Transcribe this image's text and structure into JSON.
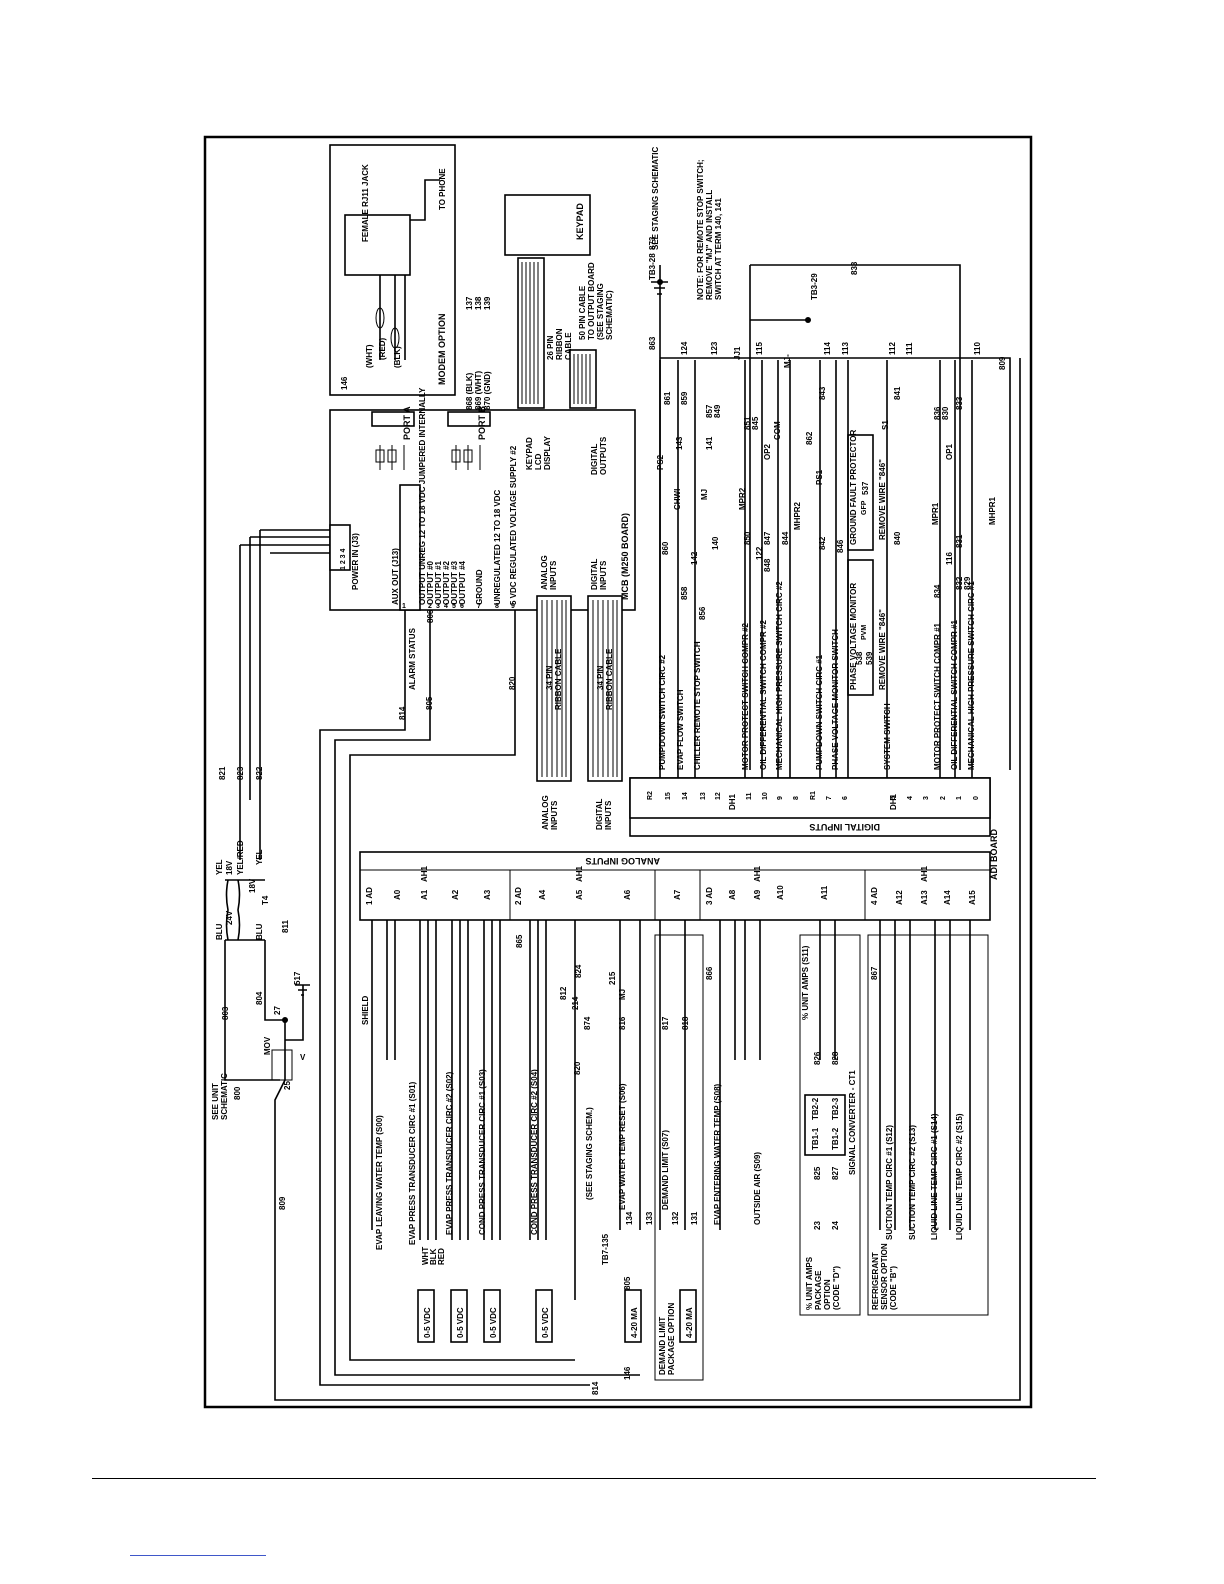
{
  "modem": {
    "title": "MODEM OPTION",
    "jack": "FEMALE RJ11 JACK",
    "to_phone": "TO PHONE",
    "wire_red": "(RED)",
    "wire_wht": "(WHT)",
    "wire_blk": "(BLK)",
    "wire_146": "146",
    "wires_out": [
      "868 (BLK)",
      "869 (WHT)",
      "870 (GND)"
    ],
    "wires_out_nums": [
      "137",
      "138",
      "139"
    ]
  },
  "keypad": {
    "label": "KEYPAD",
    "cable26": [
      "26 PIN",
      "RIBBON",
      "CABLE"
    ],
    "board_label": [
      "KEYPAD",
      "LCD",
      "DISPLAY"
    ]
  },
  "staging": {
    "cable50": [
      "50 PIN CABLE",
      "TO OUTPUT BOARD",
      "(SEE STAGING",
      "SCHEMATIC)"
    ],
    "see_staging": "SEE STAGING SCHEMATIC",
    "note": [
      "NOTE: FOR REMOTE STOP SWITCH;",
      "REMOVE \"MJ\" AND INSTALL",
      "SWITCH AT TERM 140, 141"
    ],
    "tb3_28": "TB3-28",
    "tb3_29": "TB3-29",
    "w873": "873",
    "w863": "863",
    "w833": "833",
    "w809": "809"
  },
  "mcb": {
    "title": "MCB (M250 BOARD)",
    "power_in": "POWER IN (J3)",
    "port_a": "PORT A",
    "port_b": "PORT B",
    "aux_out": "AUX OUT (J13)",
    "digital_outputs": [
      "DIGITAL",
      "OUTPUTS"
    ],
    "analog_inputs": [
      "ANALOG",
      "INPUTS"
    ],
    "digital_inputs": [
      "DIGITAL",
      "INPUTS"
    ],
    "pin_rows": [
      {
        "pin": "1",
        "label": "OUTPUT UNREG 12 TO 18 VDC JUMPERED INTERNALLY"
      },
      {
        "pin": "2",
        "label": "OUTPUT #0"
      },
      {
        "pin": "3",
        "label": "OUTPUT #1"
      },
      {
        "pin": "4",
        "label": "OUTPUT #2"
      },
      {
        "pin": "5",
        "label": "OUTPUT #3"
      },
      {
        "pin": "6",
        "label": "OUTPUT #4"
      },
      {
        "pin": "7",
        "label": "GROUND"
      },
      {
        "pin": "8",
        "label": "UNREGULATED 12 TO 18 VDC"
      },
      {
        "pin": "9",
        "label": "5 VDC REGULATED VOLTAGE SUPPLY #2"
      }
    ],
    "power_pins": "1 2 3 4",
    "alarm_status": "ALARM STATUS",
    "w806": "806",
    "w820": "820",
    "w814": "814",
    "w805": "805"
  },
  "ribbons": {
    "analog": [
      "34 PIN",
      "RIBBON CABLE"
    ],
    "digital": [
      "34 PIN",
      "RIBBON CABLE"
    ]
  },
  "transformer": {
    "see_unit": [
      "SEE UNIT",
      "SCHEMATIC"
    ],
    "w800": "800",
    "w803": "803",
    "w804": "804",
    "w811": "811",
    "w817": "517",
    "w821": "821",
    "w822": "822",
    "w823": "823",
    "w809": "809",
    "v24": "24V",
    "v18a": "18V",
    "v18b": "18V",
    "t4": "T4",
    "blu1": "BLU",
    "blu2": "BLU",
    "yel1": "YEL",
    "yelred": "YEL/RED",
    "yel2": "YEL",
    "mov": "MOV",
    "v": "V",
    "t25": "25",
    "t27": "27"
  },
  "digital_inputs": {
    "header": "DIGITAL INPUTS",
    "dh1": "DH1",
    "dh2": "DH1",
    "terminals": [
      "R2",
      "15",
      "14",
      "13",
      "12",
      "11",
      "10",
      "9",
      "8",
      "R1",
      "7",
      "6",
      "5",
      "4",
      "3",
      "2",
      "1",
      "0"
    ],
    "rows": [
      "PUMPDOWN SWITCH CIRC #2",
      "EVAP FLOW SWITCH",
      "CHILLER REMOTE STOP SWITCH",
      "MOTOR PROTECT SWITCH COMPR #2",
      "OIL DIFFERENTIAL SWITCH COMPR #2",
      "MECHANICAL HIGH PRESSURE SWITCH CIRC #2",
      "PUMPDOWN SWITCH CIRC #1",
      "PHASE VOLTAGE MONITOR SWITCH",
      "SYSTEM SWITCH",
      "MOTOR PROTECT SWITCH COMPR #1",
      "OIL DIFFERENTIAL SWITCH COMPR #1",
      "MECHANICAL HIGH PRESSURE SWITCH CIRC #1"
    ],
    "pvm": "PHASE VOLTAGE MONITOR",
    "gfp": "GROUND FAULT PROTECTOR",
    "pvm_tag": "PVM",
    "gfp_tag": "GFP",
    "remove846a": "REMOVE WIRE \"846\"",
    "remove846b": "REMOVE WIRE \"846\"",
    "wires": [
      "861",
      "859",
      "124",
      "123",
      "115",
      "114",
      "113",
      "112",
      "111",
      "110",
      "860",
      "858",
      "856",
      "143",
      "142",
      "141",
      "140",
      "857",
      "849",
      "851",
      "845",
      "848",
      "850",
      "847",
      "122",
      "844",
      "862",
      "842",
      "843",
      "846",
      "841",
      "840",
      "836",
      "830",
      "833",
      "834",
      "831",
      "116",
      "832",
      "829",
      "538",
      "539",
      "537",
      "PS2",
      "PS1",
      "CHWI",
      "MJ",
      "JJ1",
      "MPR2",
      "MHPR2",
      "OP2",
      "COM",
      "MPR1",
      "MHPR1",
      "OP1",
      "S1",
      "MJ-"
    ]
  },
  "analog_inputs": {
    "header": "ANALOG INPUTS",
    "adi": "ADI BOARD",
    "groups": [
      {
        "ad": "1 AD",
        "ah": "AH1",
        "ch": [
          "A0",
          "A1",
          "A2",
          "A3"
        ]
      },
      {
        "ad": "2 AD",
        "ah": "AH1",
        "ch": [
          "A4",
          "A5",
          "A6",
          "A7"
        ]
      },
      {
        "ad": "3 AD",
        "ah": "AH1",
        "ch": [
          "A8",
          "A9",
          "A10",
          "A11"
        ]
      },
      {
        "ad": "4 AD",
        "ah": "AH1",
        "ch": [
          "A12",
          "A13",
          "A14",
          "A15"
        ]
      }
    ],
    "sensors_left": [
      "EVAP LEAVING WATER TEMP (S00)",
      "EVAP PRESS TRANSDUCER CIRC #1 (S01)",
      "EVAP PRESS TRANSDUCER CIRC #2 (S02)",
      "COND PRESS TRANSDUCER CIRC #1 (S03)",
      "COND PRESS TRANSDUCER CIRC #2 (S04)",
      "(SEE STAGING SCHEM.)",
      "EVAP WATER TEMP RESET (S06)",
      "DEMAND LIMIT (S07)"
    ],
    "sensors_right": [
      "EVAP ENTERING WATER TEMP (S08)",
      "OUTSIDE AIR (S09)",
      "% UNIT AMPS (S11)",
      "SUCTION TEMP CIRC #1 (S12)",
      "SUCTION TEMP CIRC #2 (S13)",
      "LIQUID LINE TEMP CIRC #1 (S14)",
      "LIQUID LINE TEMP CIRC #2 (S15)"
    ],
    "vdc": [
      "0-5 VDC",
      "0-5 VDC",
      "0-5 VDC",
      "0-5 VDC"
    ],
    "ma": [
      "4-20 MA",
      "4-20 MA"
    ],
    "demand_pkg": [
      "DEMAND LIMIT",
      "PACKAGE OPTION"
    ],
    "amps_pkg": [
      "% UNIT AMPS",
      "PACKAGE",
      "OPTION",
      "(CODE \"D\")"
    ],
    "ref_pkg": [
      "REFRIGERANT",
      "SENSOR OPTION",
      "(CODE \"B\")"
    ],
    "signal_conv": "SIGNAL CONVERTER - CT1",
    "tb": [
      "TB1-1",
      "TB2-2",
      "TB1-2",
      "TB2-3"
    ],
    "shield": "SHIELD",
    "wht": "WHT",
    "blk": "BLK",
    "red": "RED",
    "tb7": "TB7-135",
    "wires": [
      "805",
      "814",
      "146",
      "820",
      "874",
      "865",
      "866",
      "867",
      "812",
      "824",
      "214",
      "215",
      "816",
      "817",
      "818",
      "825",
      "826",
      "827",
      "828",
      "134",
      "133",
      "132",
      "131",
      "23",
      "24",
      "MJ"
    ]
  }
}
